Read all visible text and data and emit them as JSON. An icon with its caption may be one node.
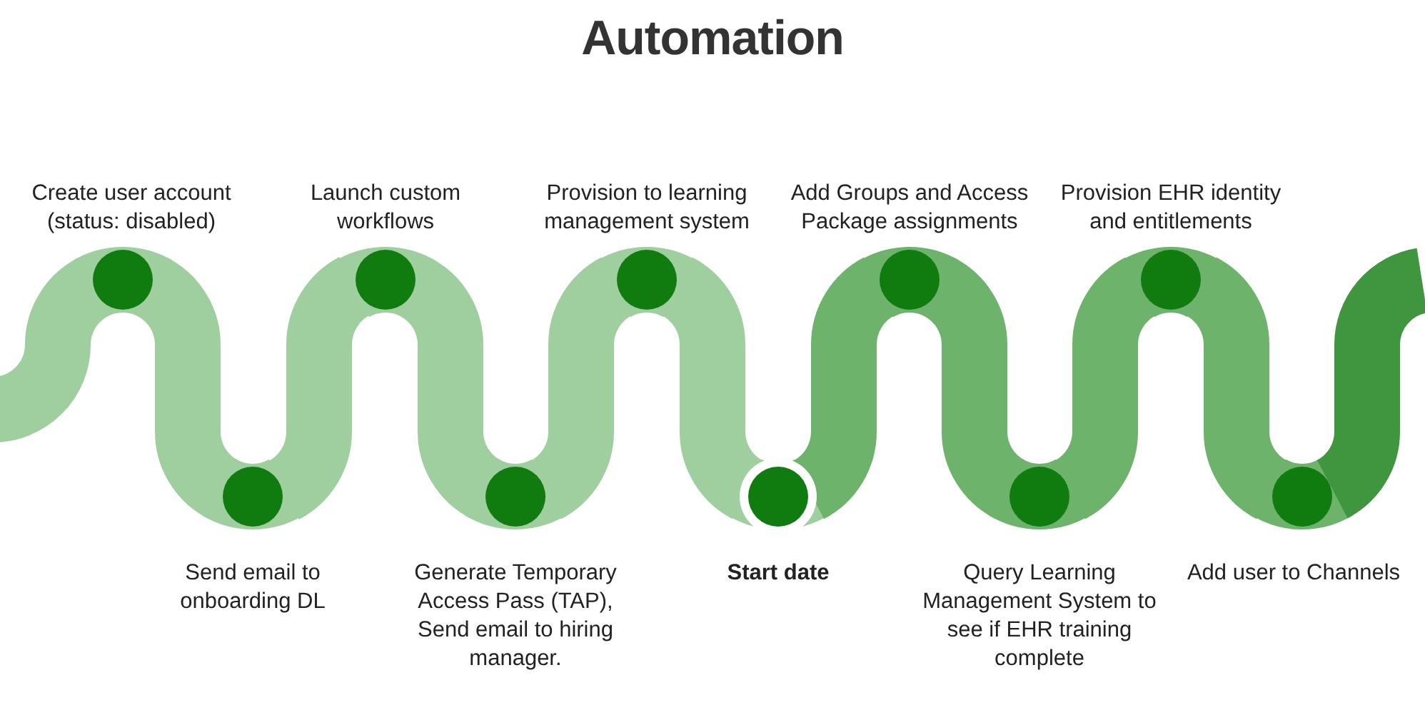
{
  "diagram": {
    "title": "Automation",
    "nodes": [
      {
        "text": [],
        "shape": "circle",
        "beside": [
          "Create user account (status: disabled)"
        ]
      },
      {
        "text": [],
        "shape": "circle",
        "beside": [
          "Send email to onboarding DL"
        ]
      },
      {
        "text": [],
        "shape": "circle",
        "beside": [
          "Launch custom workflows"
        ]
      },
      {
        "text": [],
        "shape": "circle",
        "beside": [
          "Generate Temporary Access Pass (TAP), Send email to hiring manager."
        ]
      },
      {
        "text": [],
        "shape": "circle",
        "beside": [
          "Provision to learning management system"
        ]
      },
      {
        "text": [],
        "shape": "circle",
        "beside": [
          "Start date"
        ]
      },
      {
        "text": [],
        "shape": "circle",
        "beside": [
          "Add Groups and Access Package assignments"
        ]
      },
      {
        "text": [],
        "shape": "circle",
        "beside": [
          "Query Learning Management System to see if EHR training complete"
        ]
      },
      {
        "text": [],
        "shape": "circle",
        "beside": [
          "Provision EHR identity and entitlements"
        ]
      },
      {
        "text": [],
        "shape": "circle",
        "beside": [
          "Add user to Channels"
        ]
      }
    ],
    "edges": [
      {
        "from": null,
        "to": 0,
        "arrow": "none"
      },
      {
        "from": 0,
        "to": 1,
        "arrow": "none"
      },
      {
        "from": 1,
        "to": 2,
        "arrow": "none"
      },
      {
        "from": 2,
        "to": 3,
        "arrow": "none"
      },
      {
        "from": 3,
        "to": 4,
        "arrow": "none"
      },
      {
        "from": 4,
        "to": 5,
        "arrow": "none"
      },
      {
        "from": 5,
        "to": 6,
        "arrow": "none",
        "color": "#6db36c"
      },
      {
        "from": 6,
        "to": 7,
        "arrow": "none",
        "color": "#6db36c"
      },
      {
        "from": 7,
        "to": 8,
        "arrow": "none",
        "color": "#6db36c"
      },
      {
        "from": 8,
        "to": 9,
        "arrow": "none",
        "color": "#6db36c"
      },
      {
        "from": 9,
        "to": null,
        "arrow": "none",
        "color": "#3f963e"
      }
    ]
  }
}
